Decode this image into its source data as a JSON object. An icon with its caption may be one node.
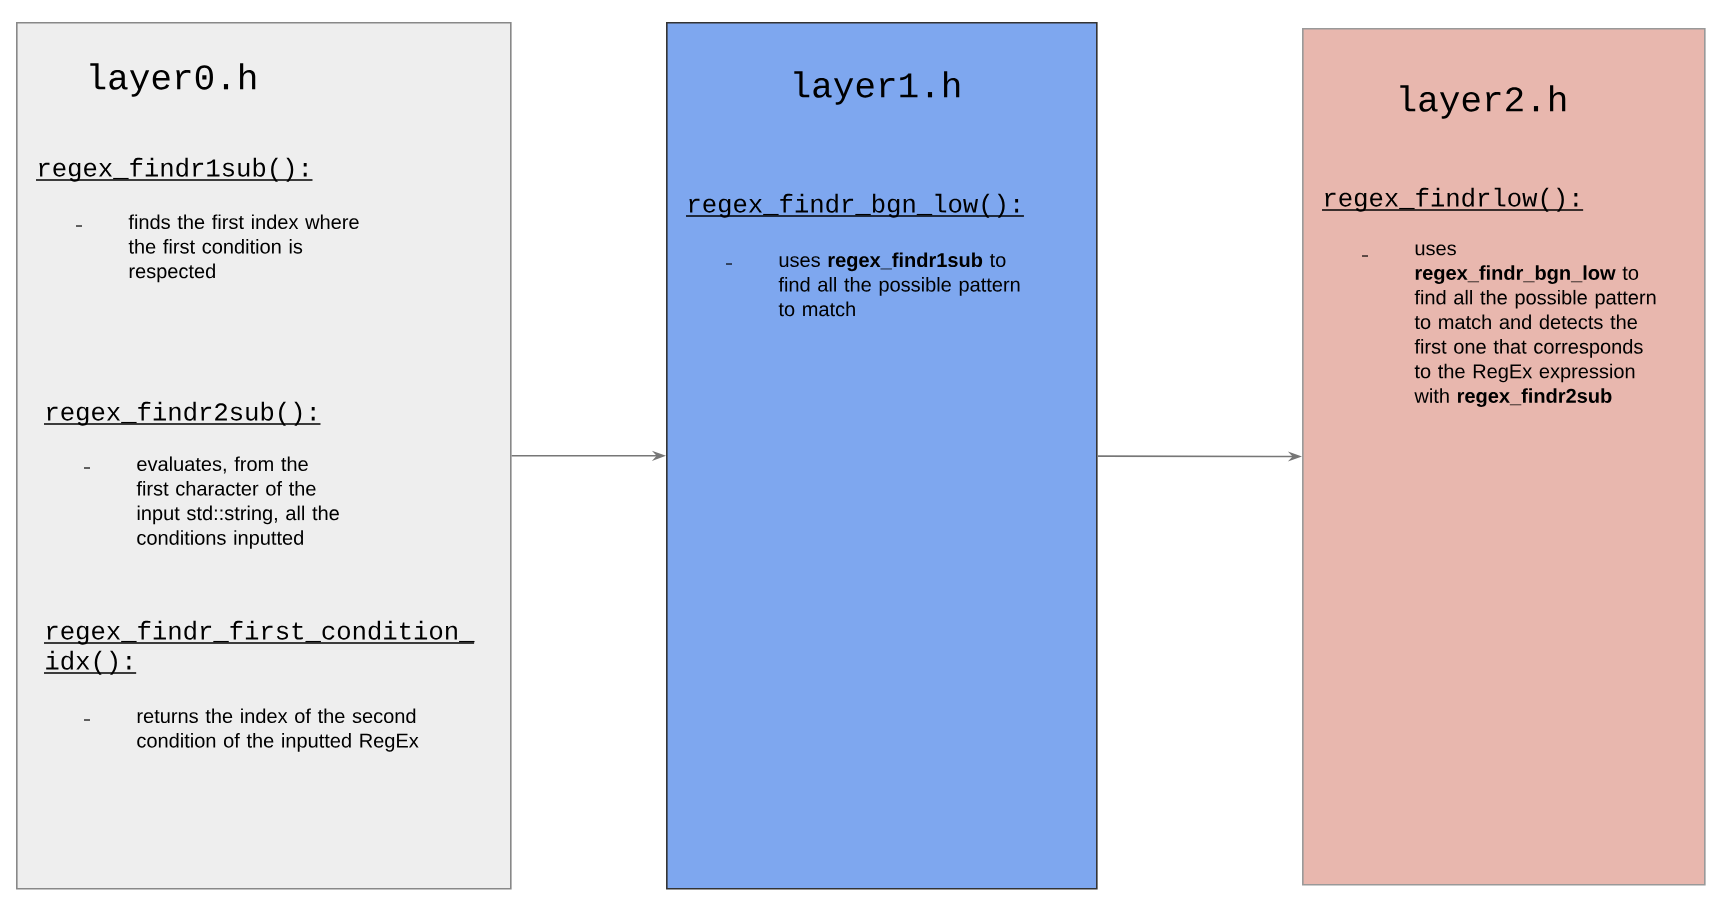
{
  "diagram": {
    "nodes": [
      {
        "text": [
          "layer0.h",
          "regex_findr1sub():",
          "finds the first index where the first condition is respected",
          "regex_findr2sub():",
          "evaluates, from the first character of the input std::string, all the conditions inputted",
          "regex_findr_first_condition_ idx():",
          "returns the index of the second condition of the inputted RegEx"
        ]
      },
      {
        "text": [
          "layer1.h",
          "regex_findr_bgn_low():",
          "uses **regex_findr1sub** to find all the possible pattern to match"
        ]
      },
      {
        "text": [
          "layer2.h",
          "regex_findrlow():",
          "uses **regex_findr_bgn_low** to find all the possible pattern to match and detects the first one that corresponds to the RegEx expression with **regex_findr2sub**"
        ]
      }
    ],
    "edges": [
      {
        "from": 0,
        "to": 1,
        "arrow": "to"
      },
      {
        "from": 1,
        "to": 2,
        "arrow": "to"
      }
    ]
  }
}
